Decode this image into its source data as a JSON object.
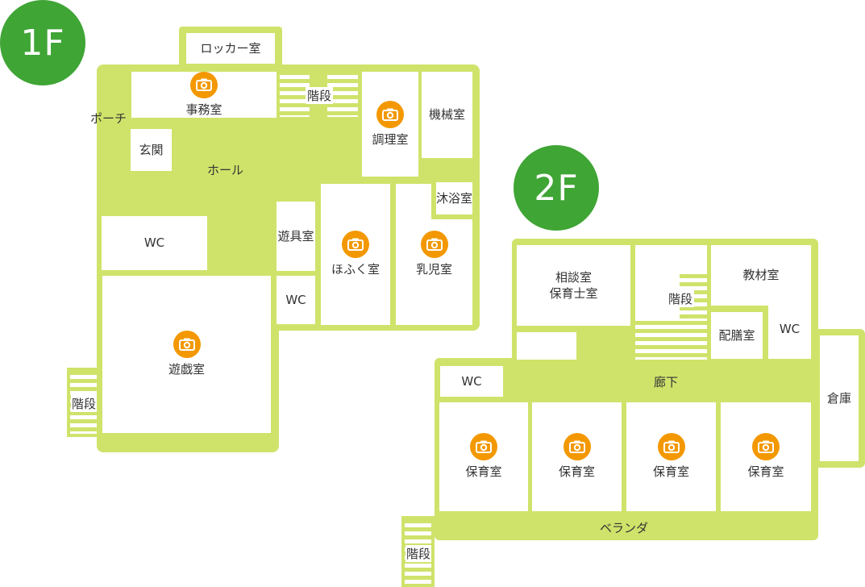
{
  "colors": {
    "wall": "#cfe36b",
    "badge": "#3fa535",
    "camera": "#f39800",
    "text": "#333333"
  },
  "floor1": {
    "badge": "1F",
    "rooms": {
      "locker": "ロッカー室",
      "office": "事務室",
      "stairs_top": "階段",
      "kitchen": "調理室",
      "machine": "機械室",
      "porch": "ポーチ",
      "entrance": "玄関",
      "hall": "ホール",
      "bath": "沐浴室",
      "wc_left": "WC",
      "toy": "遊具室",
      "hofuku": "ほふく室",
      "infant": "乳児室",
      "wc_small": "WC",
      "play": "遊戯室",
      "stairs_left": "階段"
    }
  },
  "floor2": {
    "badge": "2F",
    "rooms": {
      "consult_line1": "相談室",
      "consult_line2": "保育士室",
      "stairs": "階段",
      "materials": "教材室",
      "serving": "配膳室",
      "wc_right": "WC",
      "wc_left": "WC",
      "corridor": "廊下",
      "storage": "倉庫",
      "nursery1": "保育室",
      "nursery2": "保育室",
      "nursery3": "保育室",
      "nursery4": "保育室",
      "veranda": "ベランダ",
      "stairs_bottom": "階段"
    }
  },
  "icons": {
    "camera": "camera-icon"
  }
}
